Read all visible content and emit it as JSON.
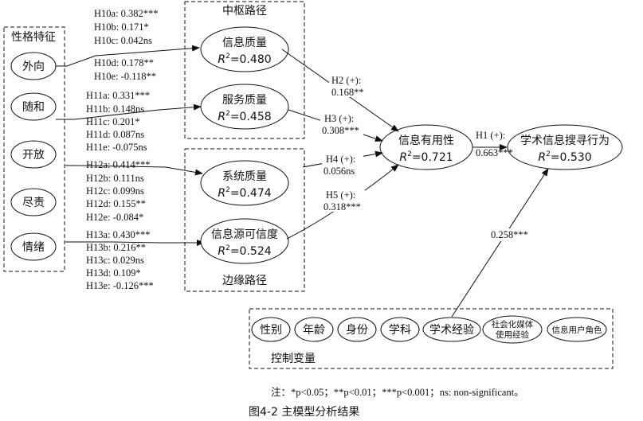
{
  "groups": {
    "personality": "性格特征",
    "central": "中枢路径",
    "peripheral": "边缘路径",
    "control": "控制变量"
  },
  "traits": [
    "外向",
    "随和",
    "开放",
    "尽责",
    "情绪"
  ],
  "quality_nodes": [
    {
      "name": "信息质量",
      "r2": "=0.480"
    },
    {
      "name": "服务质量",
      "r2": "=0.458"
    },
    {
      "name": "系统质量",
      "r2": "=0.474"
    },
    {
      "name": "信息源可信度",
      "r2": "=0.524"
    }
  ],
  "usefulness": {
    "name": "信息有用性",
    "r2": "=0.721"
  },
  "behavior": {
    "name": "学术信息搜寻行为",
    "r2": "=0.530"
  },
  "hyp_groups": [
    [
      "H10a: 0.382***",
      "H10b: 0.171*",
      "H10c: 0.042ns",
      "H10d: 0.178**",
      "H10e: -0.118**"
    ],
    [
      "H11a: 0.331***",
      "H11b: 0.148ns",
      "H11c: 0.201*",
      "H11d: 0.087ns",
      "H11e: -0.075ns"
    ],
    [
      "H12a: 0.414***",
      "H12b: 0.111ns",
      "H12c: 0.099ns",
      "H12d: 0.155**",
      "H12e: -0.084*"
    ],
    [
      "H13a: 0.430***",
      "H13b: 0.216**",
      "H13c: 0.029ns",
      "H13d: 0.109*",
      "H13e: -0.126***"
    ]
  ],
  "paths": [
    {
      "label": "H2 (+):",
      "value": "0.168**"
    },
    {
      "label": "H3 (+):",
      "value": "0.308***"
    },
    {
      "label": "H4 (+):",
      "value": "0.056ns"
    },
    {
      "label": "H5 (+):",
      "value": "0.318***"
    },
    {
      "label": "H1 (+):",
      "value": "0.663***"
    }
  ],
  "control_path": "0.258***",
  "controls": [
    "性别",
    "年龄",
    "身份",
    "学科",
    "学术经验"
  ],
  "control_media": [
    "社会化媒体",
    "使用经验"
  ],
  "control_role": "信息用户角色",
  "note": "注：*p<0.05；**p<0.01；***p<0.001；ns: non-significant。",
  "caption": "图4-2 主模型分析结果"
}
